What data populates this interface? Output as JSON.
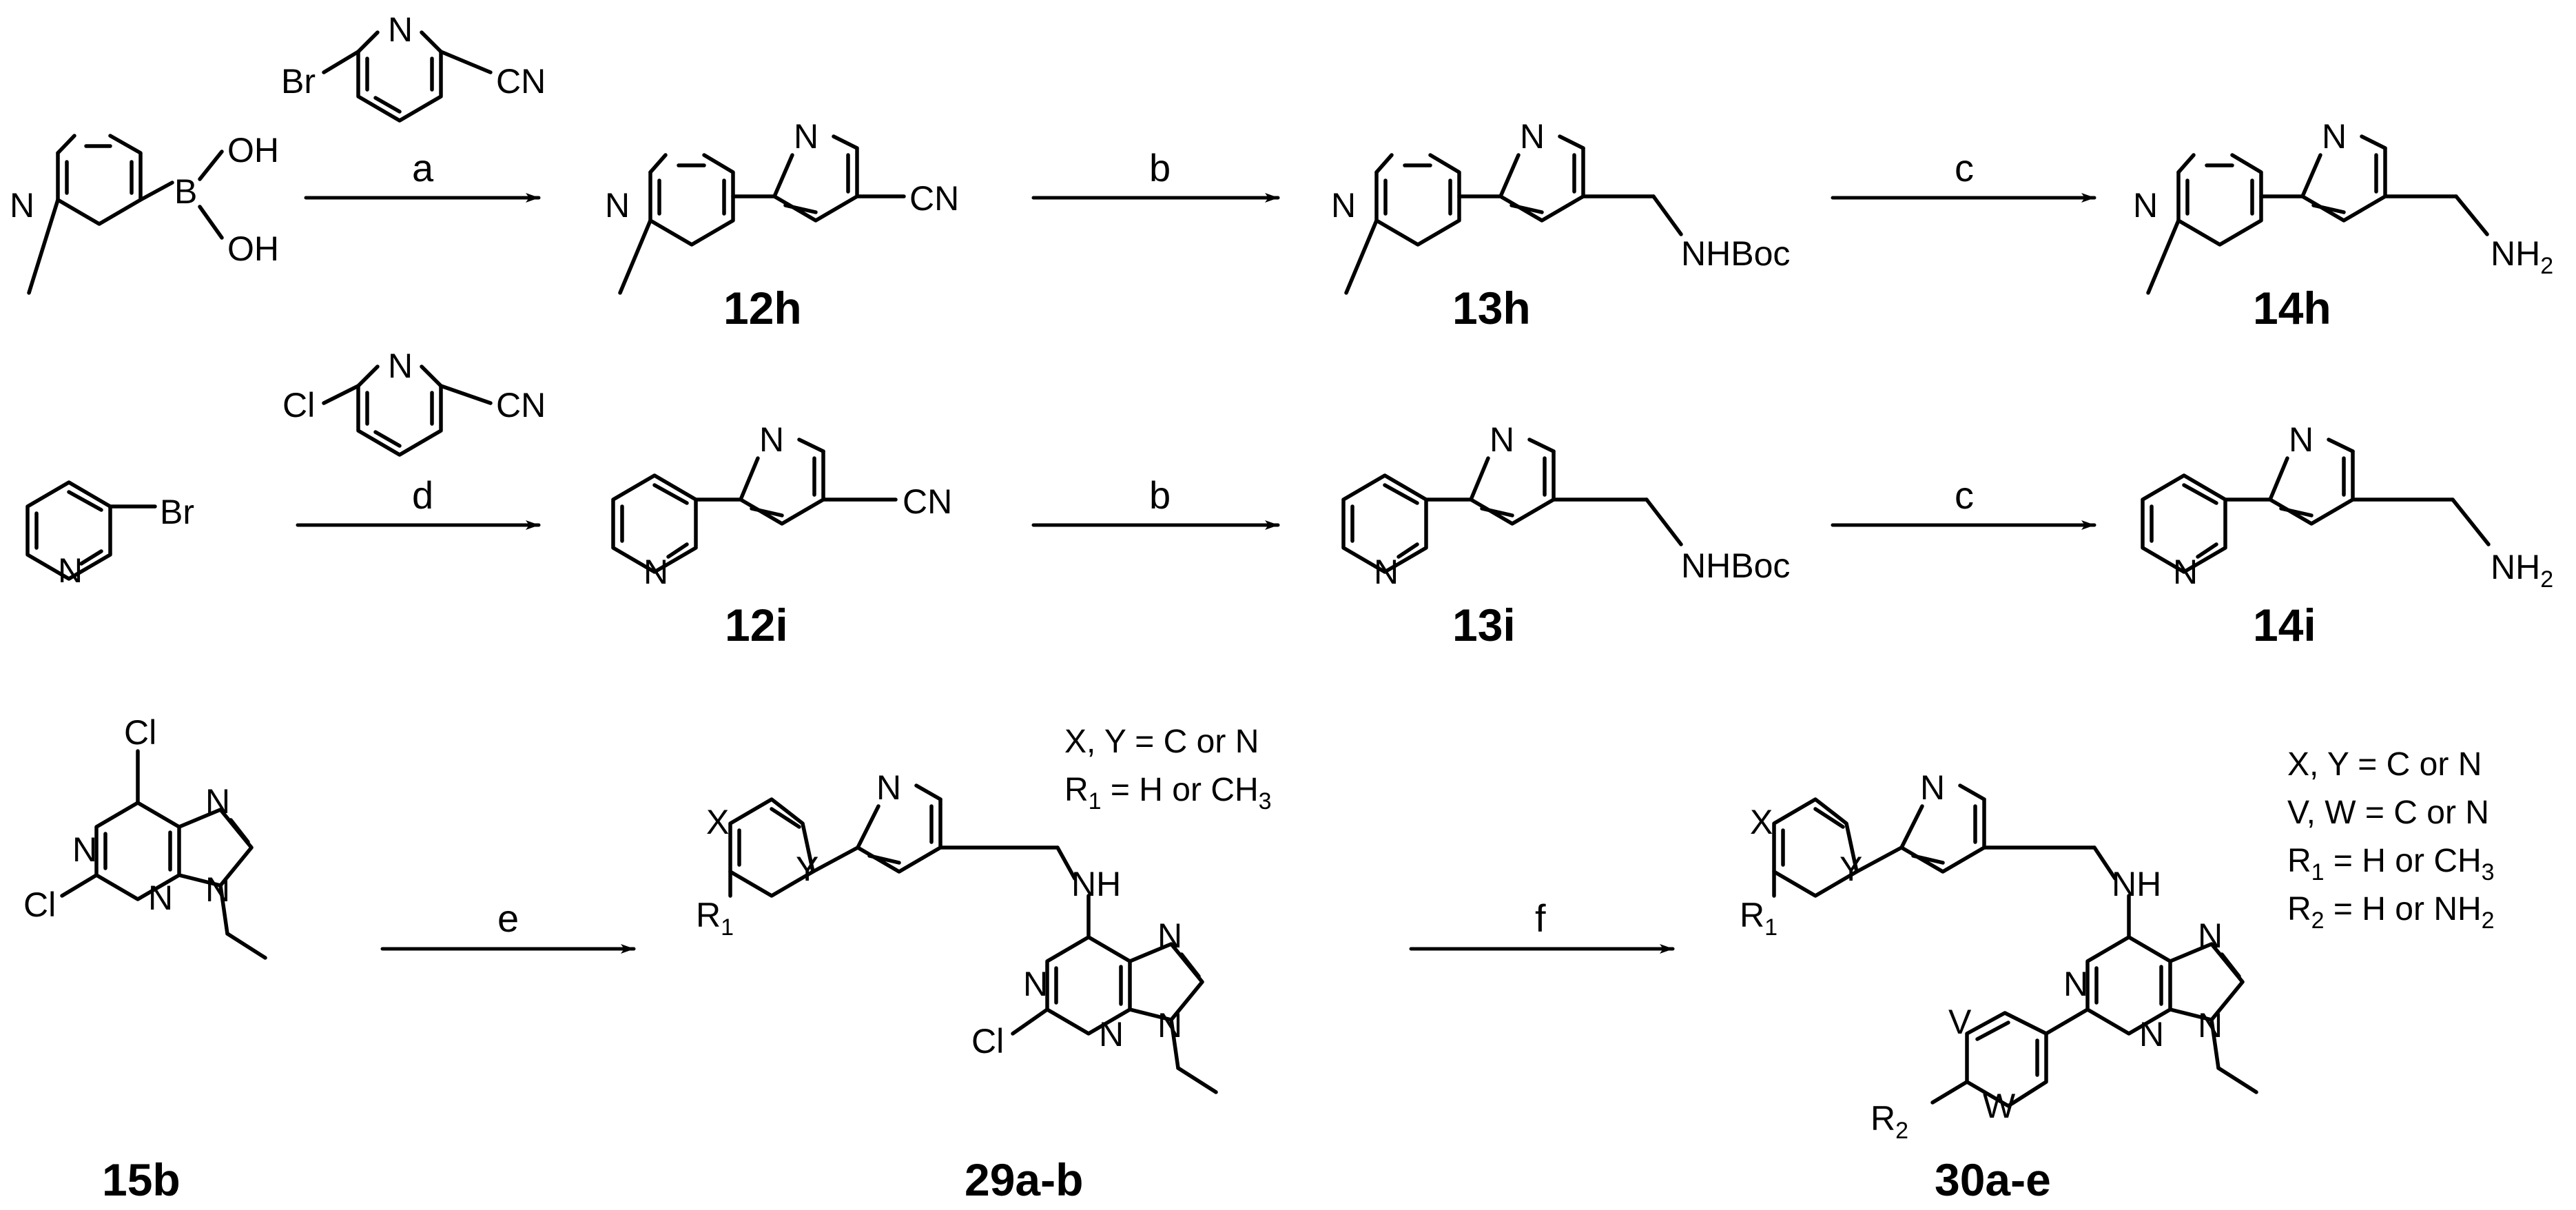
{
  "atoms": {
    "N": "N",
    "Br": "Br",
    "Cl": "Cl",
    "CN": "CN",
    "OH": "OH",
    "B": "B",
    "NHBoc": "NHBoc",
    "NH2": "NH2",
    "NH": "NH",
    "X": "X",
    "Y": "Y",
    "V": "V",
    "W": "W",
    "R1": "R1",
    "R2": "R2"
  },
  "reagents": [
    "a",
    "b",
    "c",
    "d",
    "b",
    "c",
    "e",
    "f"
  ],
  "compounds": [
    "12h",
    "13h",
    "14h",
    "12i",
    "13i",
    "14i",
    "15b",
    "29a-b",
    "30a-e"
  ],
  "notes_29": [
    "X, Y = C or N",
    "R1 = H or CH3"
  ],
  "notes_30": [
    "X, Y = C or N",
    "V, W = C or N",
    "R1 = H or CH3",
    "R2 = H or NH2"
  ]
}
